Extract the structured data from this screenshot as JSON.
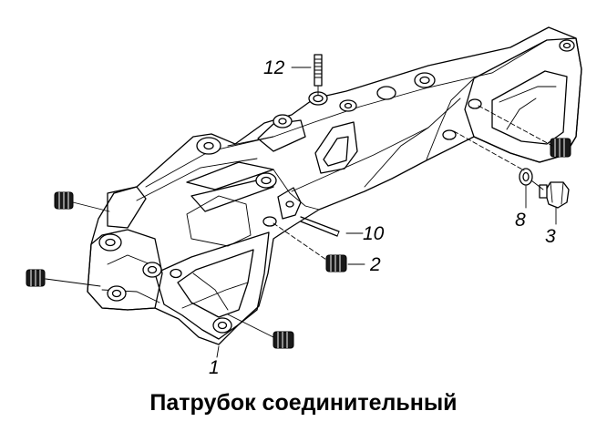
{
  "caption": "Патрубок соединительный",
  "callouts": [
    "12",
    "10",
    "2",
    "8",
    "3",
    "1"
  ]
}
